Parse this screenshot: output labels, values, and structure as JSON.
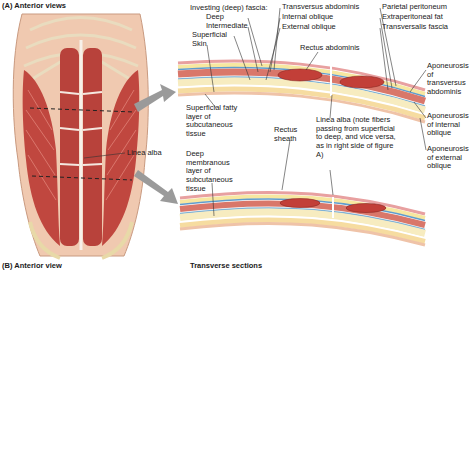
{
  "diagram": {
    "labels": [
      "(A) Anterior views",
      "Investing (deep) fascia:",
      "Deep",
      "Intermediate",
      "Superficial",
      "Skin",
      "Transversus abdominis",
      "Internal oblique",
      "External oblique",
      "Parietal peritoneum",
      "Extraperitoneal fat",
      "Transversalis fascia",
      "Rectus abdominis",
      "Aponeurosis of transversus abdominis",
      "Superficial fatty layer of subcutaneous tissue",
      "Aponeurosis of internal oblique",
      "Aponeurosis of external oblique",
      "Linea alba",
      "Rectus sheath",
      "Linea alba (note fibers passing from superficial to deep, and vice versa, as in right side of figure A)",
      "Deep membranous layer of subcutaneous tissue",
      "(B) Anterior view",
      "Transverse sections"
    ]
  }
}
